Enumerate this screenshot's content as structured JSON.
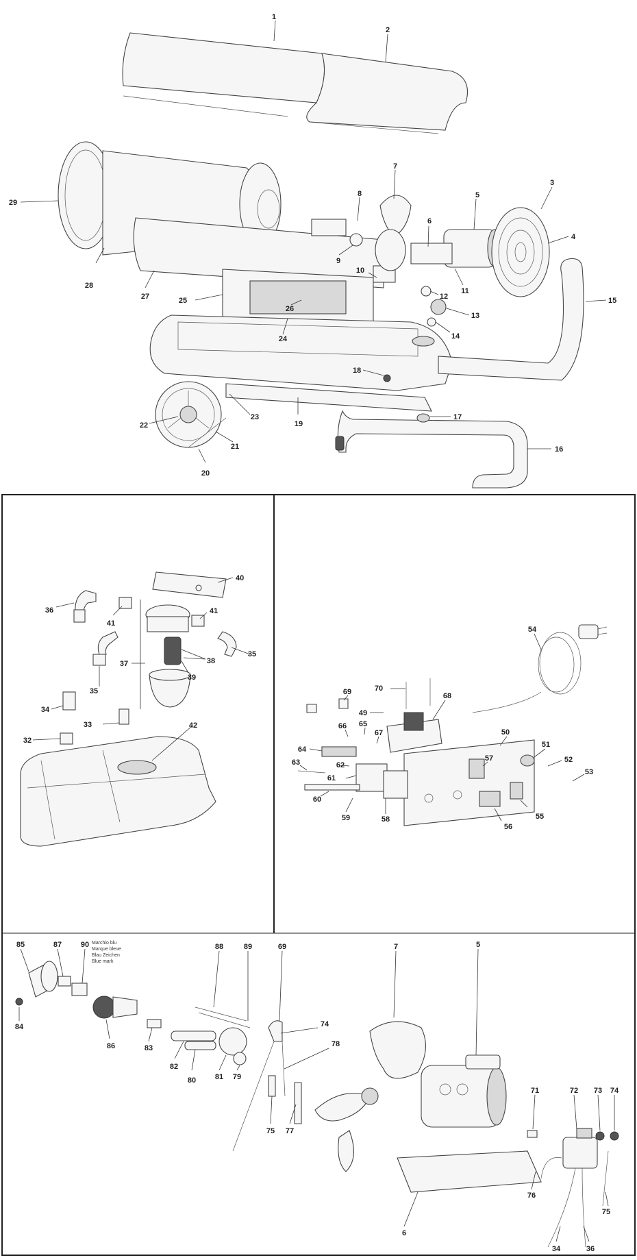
{
  "top_labels": [
    "1",
    "2",
    "3",
    "4",
    "5",
    "6",
    "7",
    "8",
    "9",
    "10",
    "11",
    "12",
    "13",
    "14",
    "15",
    "16",
    "17",
    "18",
    "19",
    "20",
    "21",
    "22",
    "23",
    "24",
    "25",
    "26",
    "27",
    "28",
    "29"
  ],
  "tank_labels": [
    "40",
    "36",
    "41",
    "41",
    "37",
    "38",
    "35",
    "35",
    "39",
    "34",
    "33",
    "32",
    "42"
  ],
  "electrical_labels": [
    "54",
    "69",
    "70",
    "68",
    "49",
    "66",
    "65",
    "67",
    "64",
    "50",
    "51",
    "63",
    "62",
    "61",
    "52",
    "57",
    "53",
    "60",
    "59",
    "58",
    "55",
    "56"
  ],
  "burner_labels": [
    "85",
    "87",
    "90",
    "84",
    "86",
    "83",
    "82",
    "80",
    "81",
    "79",
    "88",
    "89",
    "69",
    "74",
    "78",
    "75",
    "77",
    "7",
    "5",
    "71",
    "72",
    "73",
    "74",
    "76",
    "6",
    "34",
    "36",
    "75"
  ],
  "blue_mark_note": [
    "Marchio blu",
    "Marque bleue",
    "Blau Zeichen",
    "Blue mark"
  ]
}
